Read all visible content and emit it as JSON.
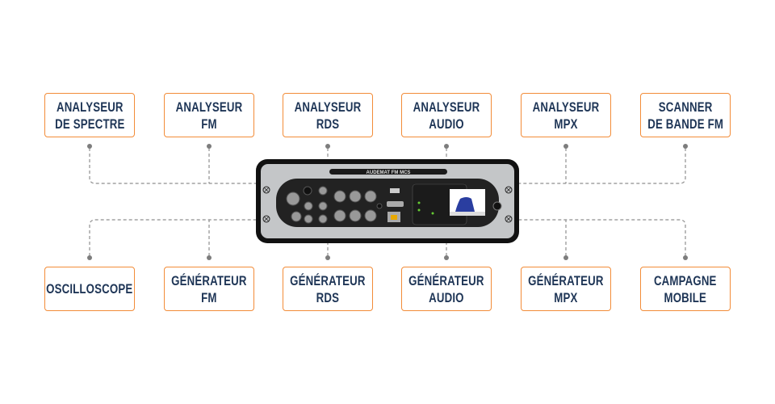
{
  "device": {
    "name": "AUDEMAT FM MCS"
  },
  "top_modules": [
    {
      "line1": "ANALYSEUR",
      "line2": "DE SPECTRE"
    },
    {
      "line1": "ANALYSEUR",
      "line2": "FM"
    },
    {
      "line1": "ANALYSEUR",
      "line2": "RDS"
    },
    {
      "line1": "ANALYSEUR",
      "line2": "AUDIO"
    },
    {
      "line1": "ANALYSEUR",
      "line2": "MPX"
    },
    {
      "line1": "SCANNER",
      "line2": "DE BANDE FM"
    }
  ],
  "bottom_modules": [
    {
      "line1": "OSCILLOSCOPE",
      "line2": ""
    },
    {
      "line1": "GÉNÉRATEUR",
      "line2": "FM"
    },
    {
      "line1": "GÉNÉRATEUR",
      "line2": "RDS"
    },
    {
      "line1": "GÉNÉRATEUR",
      "line2": "AUDIO"
    },
    {
      "line1": "GÉNÉRATEUR",
      "line2": "MPX"
    },
    {
      "line1": "CAMPAGNE",
      "line2": "MOBILE"
    }
  ],
  "colors": {
    "border": "#f28c38",
    "text": "#1e3556",
    "line": "#8a8a8a"
  }
}
